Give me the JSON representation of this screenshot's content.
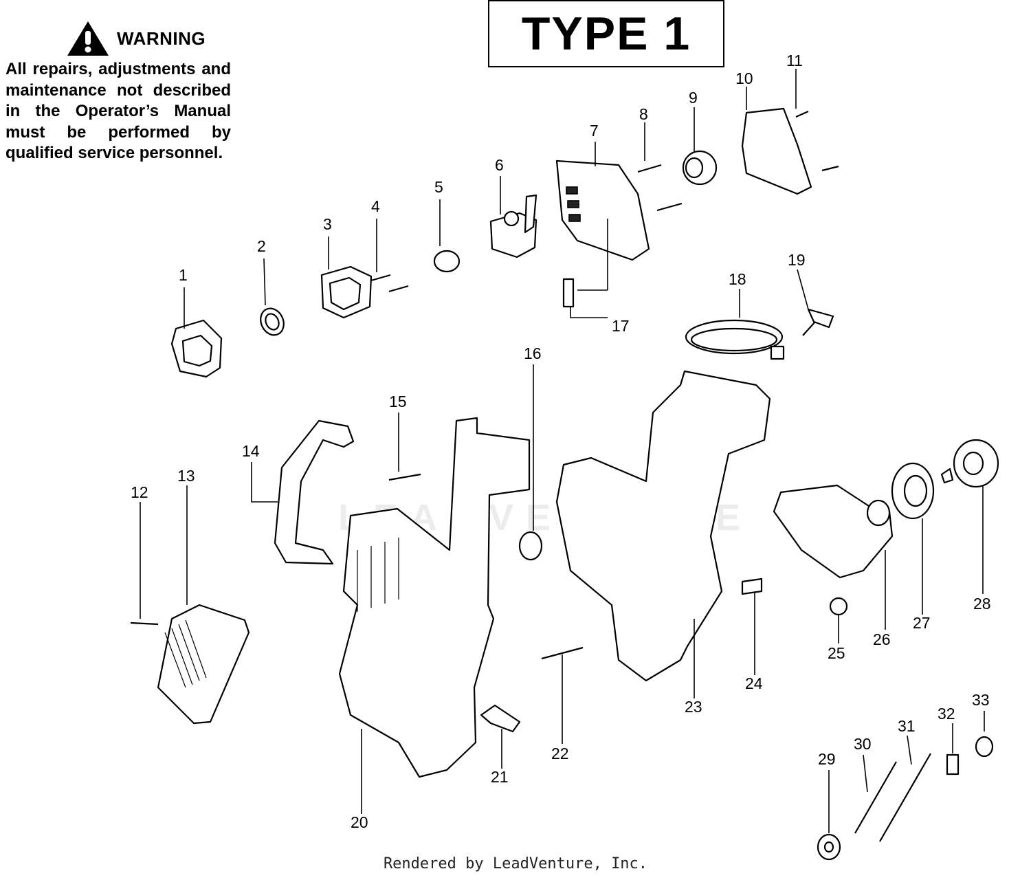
{
  "warning": {
    "title": "WARNING",
    "text": "All repairs, adjustments and maintenance not described in the Operator’s Manual must be performed by qualified service personnel."
  },
  "header": {
    "type_label": "TYPE 1"
  },
  "diagram": {
    "part_labels": [
      "1",
      "2",
      "3",
      "4",
      "5",
      "6",
      "7",
      "8",
      "9",
      "10",
      "11",
      "12",
      "13",
      "14",
      "15",
      "16",
      "17",
      "18",
      "19",
      "20",
      "21",
      "22",
      "23",
      "24",
      "25",
      "26",
      "27",
      "28",
      "29",
      "30",
      "31",
      "32",
      "33"
    ]
  },
  "watermark": "LEADVENTURE",
  "footer": "Rendered by LeadVenture, Inc."
}
